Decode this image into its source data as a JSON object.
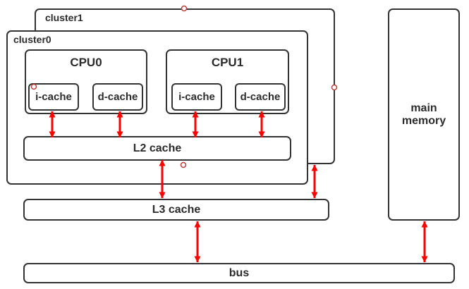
{
  "nodes": {
    "cluster1": {
      "label": "cluster1"
    },
    "cluster0": {
      "label": "cluster0"
    },
    "cpu0": {
      "label": "CPU0"
    },
    "cpu1": {
      "label": "CPU1"
    },
    "cpu0_icache": {
      "label": "i-cache"
    },
    "cpu0_dcache": {
      "label": "d-cache"
    },
    "cpu1_icache": {
      "label": "i-cache"
    },
    "cpu1_dcache": {
      "label": "d-cache"
    },
    "l2_cache": {
      "label": "L2 cache"
    },
    "l3_cache": {
      "label": "L3 cache"
    },
    "main_memory": {
      "label": "main memory"
    },
    "bus": {
      "label": "bus"
    }
  },
  "edges": [
    {
      "from": "cpu0_icache",
      "to": "l2_cache",
      "bidirectional": true
    },
    {
      "from": "cpu0_dcache",
      "to": "l2_cache",
      "bidirectional": true
    },
    {
      "from": "cpu1_icache",
      "to": "l2_cache",
      "bidirectional": true
    },
    {
      "from": "cpu1_dcache",
      "to": "l2_cache",
      "bidirectional": true
    },
    {
      "from": "l2_cache",
      "to": "l3_cache",
      "bidirectional": true
    },
    {
      "from": "cluster1",
      "to": "l3_cache",
      "bidirectional": true
    },
    {
      "from": "l3_cache",
      "to": "bus",
      "bidirectional": true
    },
    {
      "from": "main_memory",
      "to": "bus",
      "bidirectional": true
    }
  ],
  "connection_points": 4,
  "colors": {
    "border": "#333333",
    "arrow": "#ff0000",
    "connection_point": "#b93c3c",
    "text": "#2b2b2b",
    "background": "#ffffff"
  }
}
